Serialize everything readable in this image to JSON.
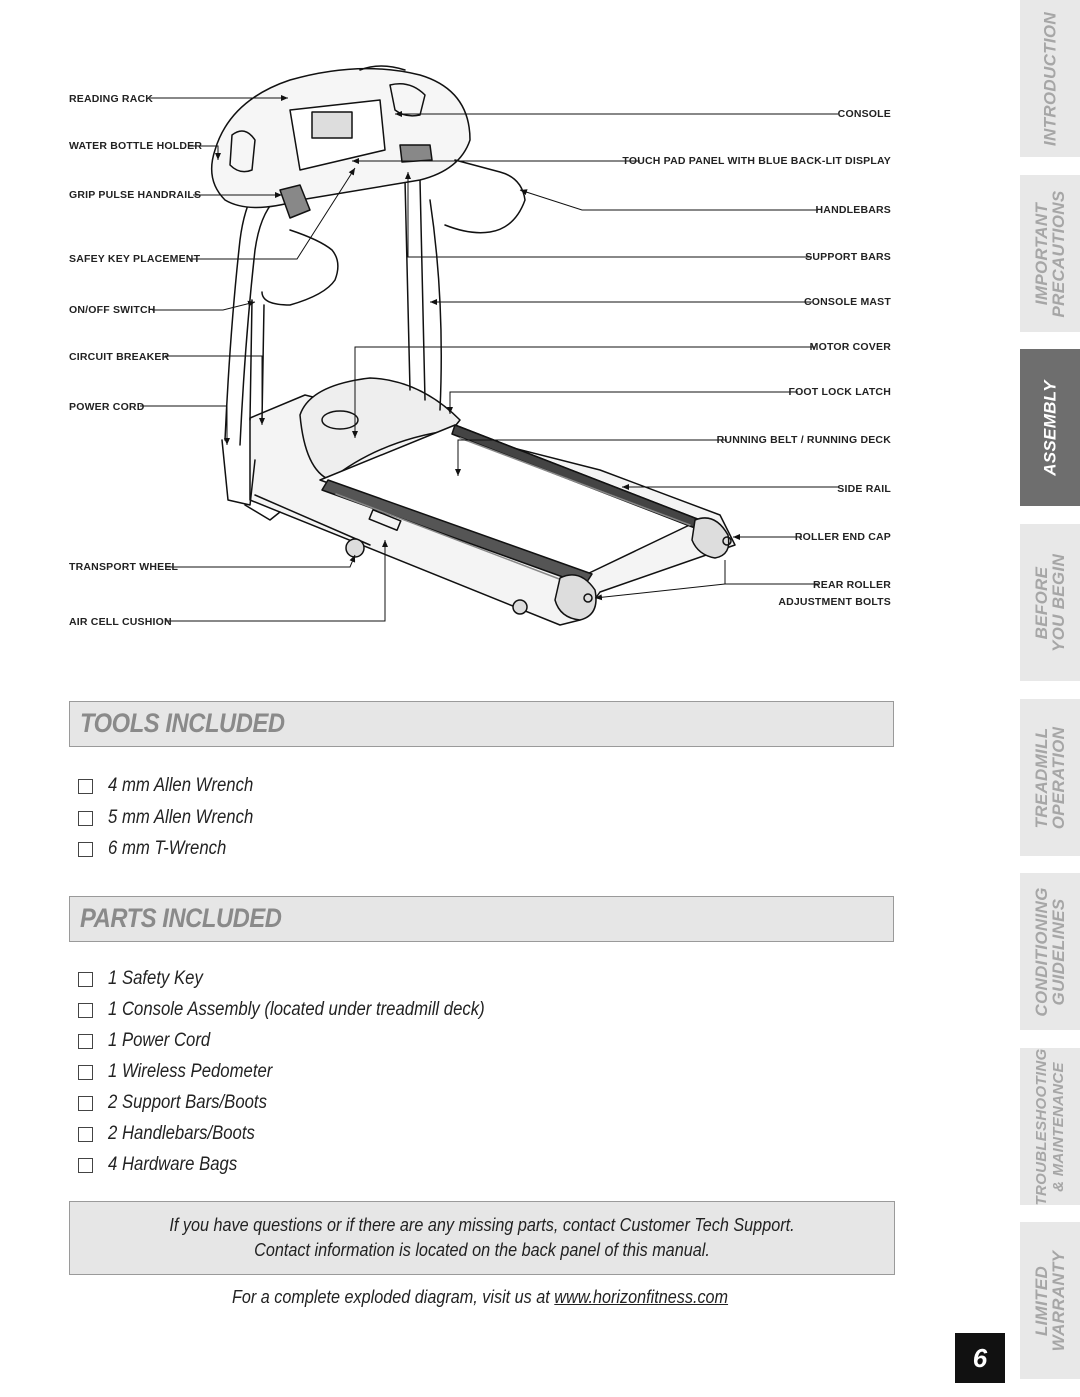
{
  "labels_left": [
    "READING RACK",
    "WATER BOTTLE HOLDER",
    "GRIP PULSE HANDRAILS",
    "SAFEY KEY PLACEMENT",
    "ON/OFF SWITCH",
    "CIRCUIT BREAKER",
    "POWER CORD",
    "TRANSPORT WHEEL",
    "AIR CELL CUSHION"
  ],
  "labels_right": [
    "CONSOLE",
    "TOUCH PAD PANEL WITH BLUE BACK-LIT DISPLAY",
    "HANDLEBARS",
    "SUPPORT BARS",
    "CONSOLE MAST",
    "MOTOR COVER",
    "FOOT LOCK LATCH",
    "RUNNING BELT / RUNNING DECK",
    "SIDE RAIL",
    "ROLLER END CAP",
    "REAR ROLLER",
    "ADJUSTMENT BOLTS"
  ],
  "tools": {
    "title": "TOOLS INCLUDED",
    "items": [
      "4 mm Allen Wrench",
      "5 mm Allen Wrench",
      "6 mm T-Wrench"
    ]
  },
  "parts": {
    "title": "PARTS INCLUDED",
    "items": [
      "1 Safety Key",
      "1 Console Assembly (located under treadmill deck)",
      "1 Power Cord",
      "1 Wireless Pedometer",
      "2 Support Bars/Boots",
      "2 Handlebars/Boots",
      "4 Hardware Bags"
    ]
  },
  "notice": {
    "line1": "If you have questions or if there are any missing parts, contact Customer Tech Support.",
    "line2": "Contact information is located on the back panel of this manual."
  },
  "footer": {
    "prefix": "For a complete exploded diagram, visit us at ",
    "link": "www.horizonfitness.com"
  },
  "tabs": [
    {
      "line1": "INTRODUCTION",
      "line2": ""
    },
    {
      "line1": "IMPORTANT",
      "line2": "PRECAUTIONS"
    },
    {
      "line1": "ASSEMBLY",
      "line2": ""
    },
    {
      "line1": "BEFORE",
      "line2": "YOU BEGIN"
    },
    {
      "line1": "TREADMILL",
      "line2": "OPERATION"
    },
    {
      "line1": "CONDITIONING",
      "line2": "GUIDELINES"
    },
    {
      "line1": "TROUBLESHOOTING",
      "line2": "& MAINTENANCE"
    },
    {
      "line1": "LIMITED",
      "line2": "WARRANTY"
    }
  ],
  "active_tab": "ASSEMBLY",
  "page_number": "6",
  "colors": {
    "tab_bg": "#e8e8e8",
    "tab_active_bg": "#6e6e6e",
    "tab_text": "#a6a6a6",
    "header_text": "#8a8a8a"
  }
}
